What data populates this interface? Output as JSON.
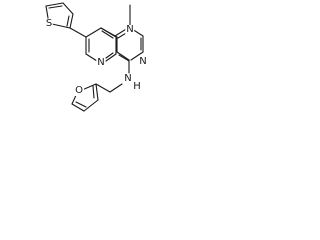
{
  "structure": {
    "atoms": {
      "methyl_n": "N",
      "amine_n": "N",
      "amine_h": "H",
      "pyridine_n": "N",
      "thiophene_s": "S",
      "furan_o": "O"
    }
  }
}
